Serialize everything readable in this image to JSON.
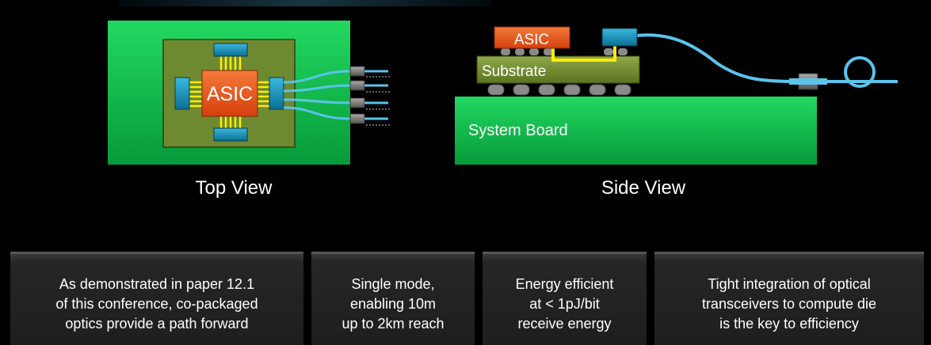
{
  "top_view": {
    "asic_label": "ASIC",
    "caption": "Top View"
  },
  "side_view": {
    "asic_label": "ASIC",
    "substrate_label": "Substrate",
    "board_label": "System Board",
    "caption": "Side View"
  },
  "info_boxes": [
    "As demonstrated in paper 12.1\nof this conference, co-packaged\noptics provide a path forward",
    "Single mode,\nenabling 10m\nup to 2km reach",
    "Energy efficient\nat < 1pJ/bit\nreceive energy",
    "Tight integration of optical\ntransceivers to compute die\nis the key to efficiency"
  ],
  "colors": {
    "board_green": "#0fc450",
    "substrate_olive": "#6f8a2a",
    "asic_orange": "#e8541e",
    "optics_blue": "#1a9fc8",
    "fiber_blue": "#5bc4ec",
    "trace_yellow": "#ffee00"
  }
}
